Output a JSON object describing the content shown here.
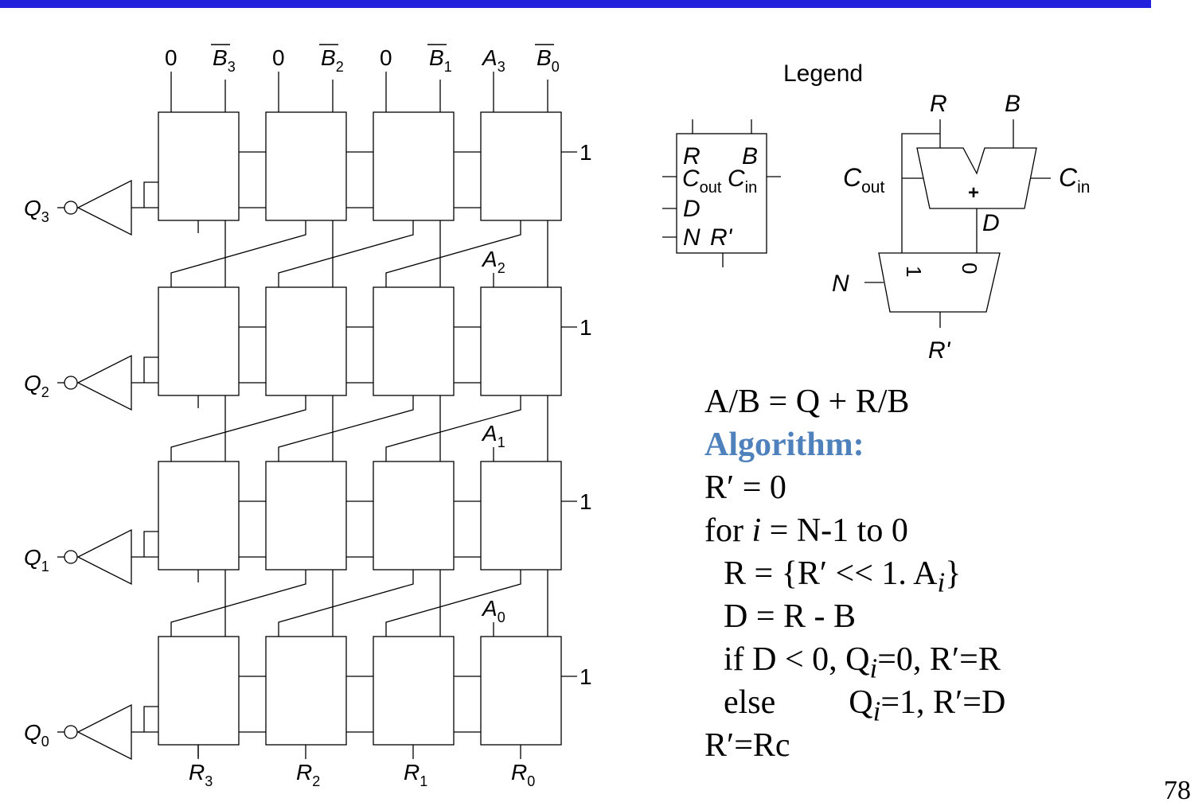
{
  "colors": {
    "topbar": "#2222dd",
    "heading": "#4f81bd"
  },
  "array": {
    "top_inputs": [
      {
        "main": "0",
        "sub": "",
        "bar": false
      },
      {
        "main": "B",
        "sub": "3",
        "bar": true
      },
      {
        "main": "0",
        "sub": "",
        "bar": false
      },
      {
        "main": "B",
        "sub": "2",
        "bar": true
      },
      {
        "main": "0",
        "sub": "",
        "bar": false
      },
      {
        "main": "B",
        "sub": "1",
        "bar": true
      },
      {
        "main": "A",
        "sub": "3",
        "bar": false
      },
      {
        "main": "B",
        "sub": "0",
        "bar": true
      }
    ],
    "right_carry": [
      "1",
      "1",
      "1",
      "1"
    ],
    "a_inputs": [
      {
        "main": "A",
        "sub": "2"
      },
      {
        "main": "A",
        "sub": "1"
      },
      {
        "main": "A",
        "sub": "0"
      }
    ],
    "quotients": [
      {
        "main": "Q",
        "sub": "3"
      },
      {
        "main": "Q",
        "sub": "2"
      },
      {
        "main": "Q",
        "sub": "1"
      },
      {
        "main": "Q",
        "sub": "0"
      }
    ],
    "remainders": [
      {
        "main": "R",
        "sub": "3"
      },
      {
        "main": "R",
        "sub": "2"
      },
      {
        "main": "R",
        "sub": "1"
      },
      {
        "main": "R",
        "sub": "0"
      }
    ]
  },
  "legend": {
    "title": "Legend",
    "box": {
      "r": "R",
      "b": "B",
      "c": "C",
      "out": "out",
      "in": "in",
      "d": "D",
      "n": "N",
      "rp": "R'"
    },
    "detail": {
      "r": "R",
      "b": "B",
      "c": "C",
      "out": "out",
      "in": "in",
      "plus": "+",
      "d": "D",
      "n": "N",
      "one": "1",
      "zero": "0",
      "rp": "R'"
    }
  },
  "algorithm": {
    "line1": "A/B = Q + R/B",
    "heading": "Algorithm:",
    "line3": "R′ = 0",
    "line4_a": "for ",
    "line4_i": "i",
    "line4_b": " = N-1 to 0",
    "line5_a": "R = {R′ << 1. A",
    "line5_sub": "i",
    "line5_b": "}",
    "line6": "D = R - B",
    "line7_a": "if D < 0, Q",
    "line7_sub": "i",
    "line7_b": "=0, R′=R",
    "line8_a": "else",
    "line8_b": "Q",
    "line8_sub": "i",
    "line8_c": "=1, R′=D",
    "line9": "R′=Rc"
  },
  "page_number": "78"
}
